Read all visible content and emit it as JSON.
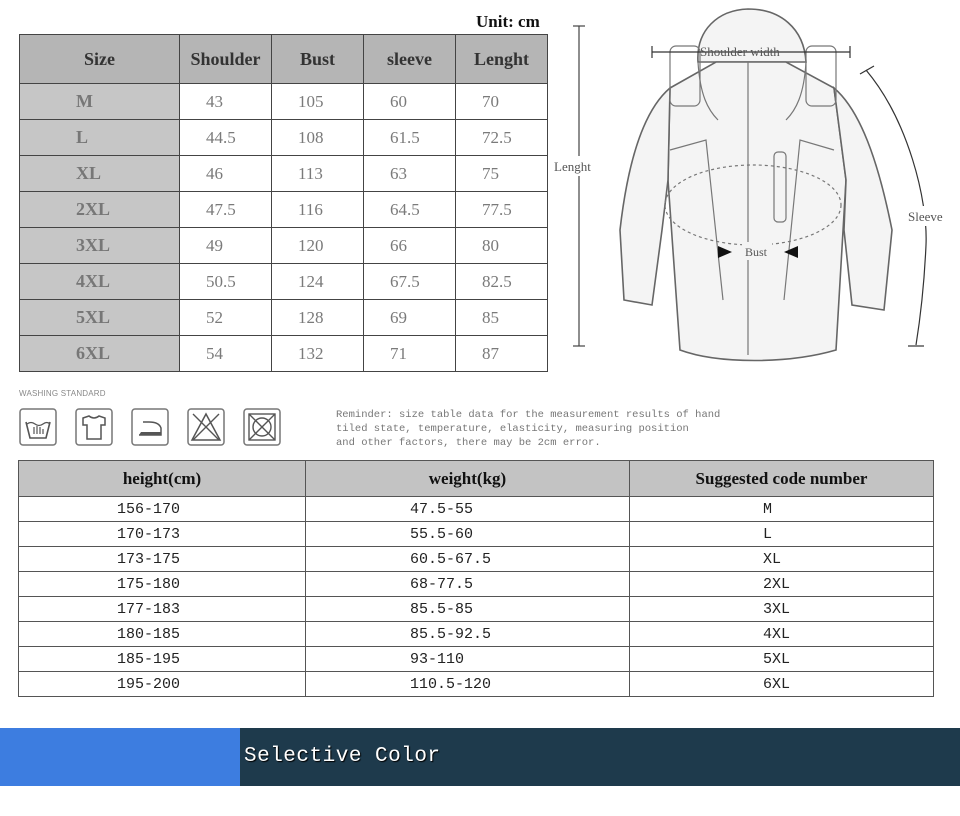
{
  "unit_label": "Unit: cm",
  "size_table": {
    "headers": [
      "Size",
      "Shoulder",
      "Bust",
      "sleeve",
      "Lenght"
    ],
    "rows": [
      [
        "M",
        "43",
        "105",
        "60",
        "70"
      ],
      [
        "L",
        "44.5",
        "108",
        "61.5",
        "72.5"
      ],
      [
        "XL",
        "46",
        "113",
        "63",
        "75"
      ],
      [
        "2XL",
        "47.5",
        "116",
        "64.5",
        "77.5"
      ],
      [
        "3XL",
        "49",
        "120",
        "66",
        "80"
      ],
      [
        "4XL",
        "50.5",
        "124",
        "67.5",
        "82.5"
      ],
      [
        "5XL",
        "52",
        "128",
        "69",
        "85"
      ],
      [
        "6XL",
        "54",
        "132",
        "71",
        "87"
      ]
    ]
  },
  "diagram": {
    "shoulder_label": "Shoulder width",
    "length_label": "Lenght",
    "sleeve_label": "Sleeve",
    "bust_label": "Bust"
  },
  "washing": {
    "title": "WASHING STANDARD",
    "icons": [
      "hand-wash-icon",
      "iron-shirt-icon",
      "iron-icon",
      "no-bleach-icon",
      "no-tumble-dry-icon"
    ]
  },
  "reminder": "Reminder: size table data for the measurement results of hand\ntiled state, temperature, elasticity, measuring position\nand other factors, there may be 2cm error.",
  "fit_table": {
    "headers": [
      "height(cm)",
      "weight(kg)",
      "Suggested code number"
    ],
    "rows": [
      [
        "156-170",
        "47.5-55",
        "M"
      ],
      [
        "170-173",
        "55.5-60",
        "L"
      ],
      [
        "173-175",
        "60.5-67.5",
        "XL"
      ],
      [
        "175-180",
        "68-77.5",
        "2XL"
      ],
      [
        "177-183",
        "85.5-85",
        "3XL"
      ],
      [
        "180-185",
        "85.5-92.5",
        "4XL"
      ],
      [
        "185-195",
        "93-110",
        "5XL"
      ],
      [
        "195-200",
        "110.5-120",
        "6XL"
      ]
    ]
  },
  "banner": {
    "text": "Selective Color",
    "left_color": "#3d7de0",
    "right_color": "#1e3a4c"
  }
}
